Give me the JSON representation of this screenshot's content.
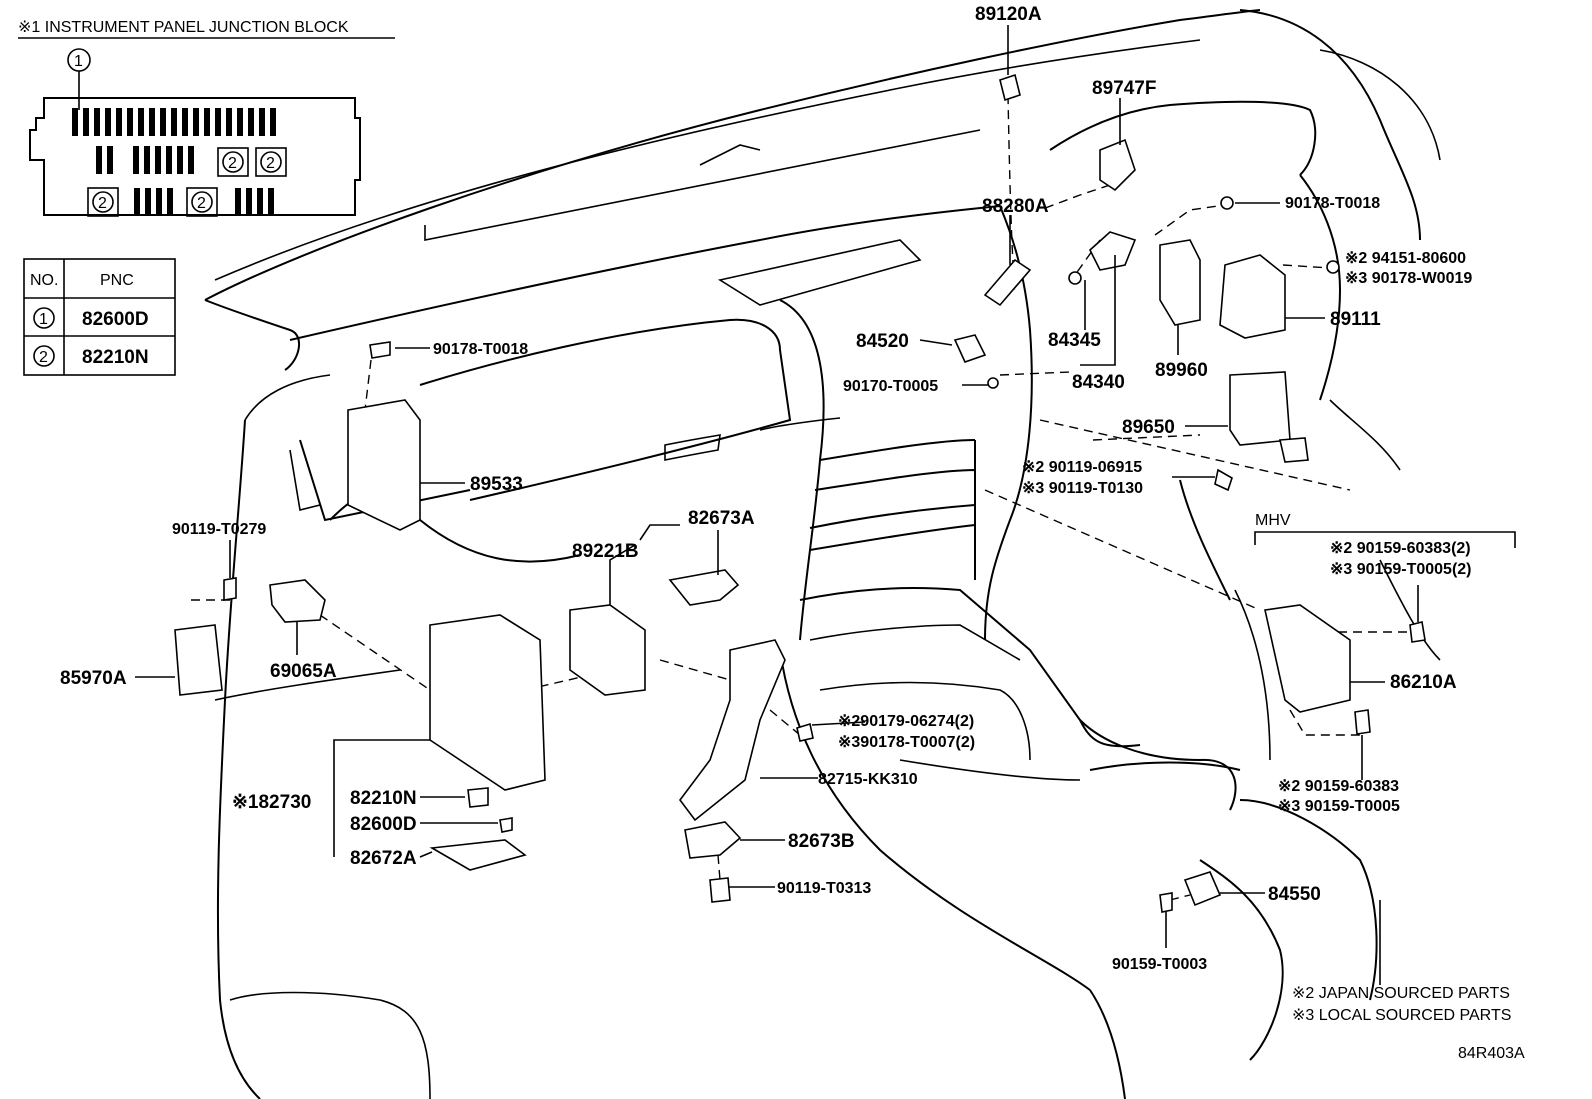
{
  "junction_block": {
    "title": "※1 INSTRUMENT PANEL JUNCTION BLOCK",
    "callout_1": "1",
    "callout_2": "2"
  },
  "pnc_table": {
    "headers": [
      "NO.",
      "PNC"
    ],
    "rows": [
      {
        "no": "1",
        "pnc": "82600D"
      },
      {
        "no": "2",
        "pnc": "82210N"
      }
    ]
  },
  "parts": {
    "p89120A": "89120A",
    "p89747F": "89747F",
    "p88280A": "88280A",
    "p90178_T0018_top": "90178-T0018",
    "p94151_80600": "※2 94151-80600",
    "p90178_W0019": "※3 90178-W0019",
    "p89111": "89111",
    "p84345": "84345",
    "p84340": "84340",
    "p89960": "89960",
    "p84520": "84520",
    "p90170_T0005": "90170-T0005",
    "p89650": "89650",
    "p90119_06915": "※2 90119-06915",
    "p90119_T0130": "※3 90119-T0130",
    "p90178_T0018_left": "90178-T0018",
    "p89533": "89533",
    "p90119_T0279": "90119-T0279",
    "p85970A": "85970A",
    "p69065A": "69065A",
    "p89221B": "89221B",
    "p82673A": "82673A",
    "mhv": "MHV",
    "p90159_60383_2": "※2 90159-60383(2)",
    "p90159_T0005_2": "※3 90159-T0005(2)",
    "p86210A": "86210A",
    "p90179_06274": "※290179-06274(2)",
    "p90178_T0007": "※390178-T0007(2)",
    "p82715_KK310": "82715-KK310",
    "p82730": "※182730",
    "p82210N": "82210N",
    "p82600D": "82600D",
    "p82672A": "82672A",
    "p82673B": "82673B",
    "p90159_60383": "※2 90159-60383",
    "p90159_T0005": "※3 90159-T0005",
    "p90119_T0313": "90119-T0313",
    "p84550": "84550",
    "p90159_T0003": "90159-T0003"
  },
  "notes": {
    "japan": "※2 JAPAN SOURCED PARTS",
    "local": "※3 LOCAL SOURCED PARTS"
  },
  "figure_code": "84R403A"
}
